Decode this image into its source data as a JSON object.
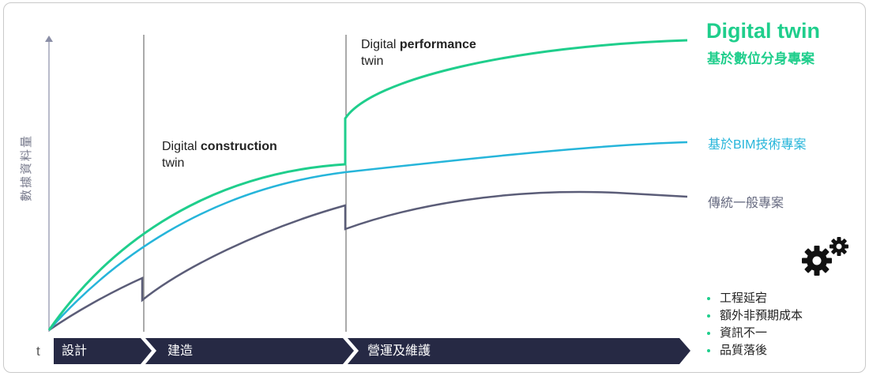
{
  "y_axis_title": "數據資料量",
  "t_label": "t",
  "phases": [
    "設計",
    "建造",
    "營運及維護"
  ],
  "annotations": {
    "construction": {
      "pre": "Digital ",
      "bold": "construction",
      "post": "twin"
    },
    "performance": {
      "pre": "Digital ",
      "bold": "performance",
      "post": "twin"
    }
  },
  "legend": {
    "digital_twin_title": "Digital twin",
    "digital_twin_sub": "基於數位分身專案",
    "bim": "基於BIM技術專案",
    "traditional": "傳統一般專案"
  },
  "bullets": [
    "工程延宕",
    "額外非預期成本",
    "資訊不一",
    "品質落後"
  ],
  "icons": {
    "gears": "gears-icon"
  },
  "colors": {
    "digital_twin": "#1fce8c",
    "bim": "#26b5da",
    "traditional": "#5b5d78",
    "phase_bar": "#262944",
    "axis": "#8a8ea6"
  }
}
